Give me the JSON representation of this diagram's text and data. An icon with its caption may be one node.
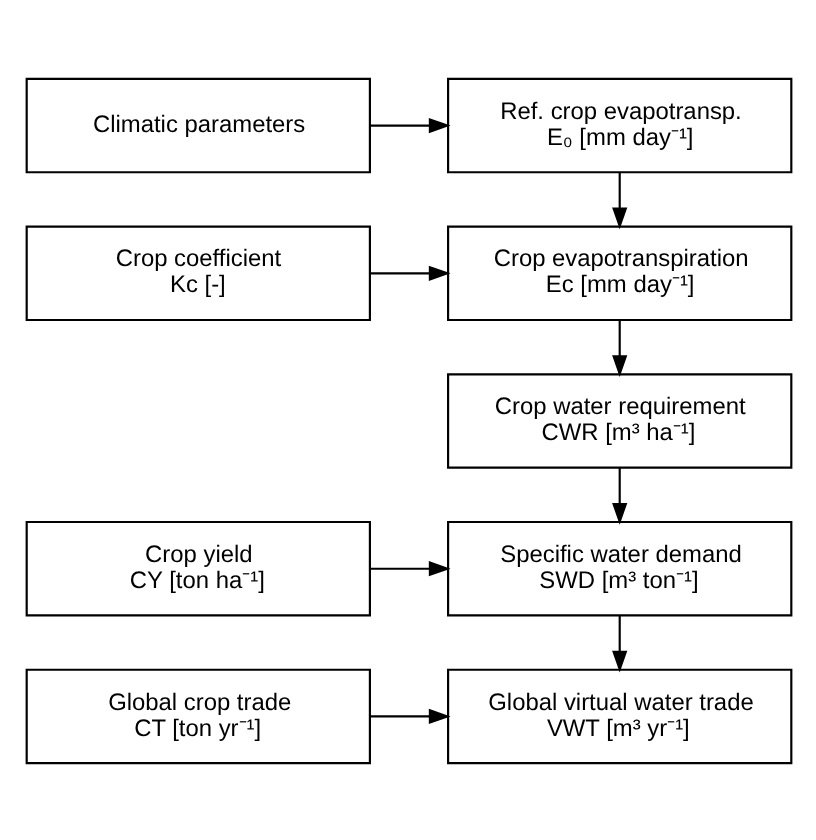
{
  "diagram": {
    "nodes": [
      {
        "text": [
          "Climatic parameters"
        ]
      },
      {
        "text": [
          "Ref. crop evapotransp.",
          "E₀ [mm day⁻¹]"
        ]
      },
      {
        "text": [
          "Crop coefficient",
          "Kc [-]"
        ]
      },
      {
        "text": [
          "Crop evapotranspiration",
          "Ec [mm day⁻¹]"
        ]
      },
      {
        "text": [
          "Crop water requirement",
          "CWR [m³ ha⁻¹]"
        ]
      },
      {
        "text": [
          "Crop yield",
          "CY [ton ha⁻¹]"
        ]
      },
      {
        "text": [
          "Specific water demand",
          "SWD [m³ ton⁻¹]"
        ]
      },
      {
        "text": [
          "Global crop trade",
          "CT [ton yr⁻¹]"
        ]
      },
      {
        "text": [
          "Global virtual water trade",
          "VWT [m³ yr⁻¹]"
        ]
      }
    ],
    "edges": [
      {
        "from": 0,
        "to": 1,
        "arrow": "to"
      },
      {
        "from": 1,
        "to": 3,
        "arrow": "to"
      },
      {
        "from": 2,
        "to": 3,
        "arrow": "to"
      },
      {
        "from": 3,
        "to": 4,
        "arrow": "to"
      },
      {
        "from": 4,
        "to": 6,
        "arrow": "to"
      },
      {
        "from": 5,
        "to": 6,
        "arrow": "to"
      },
      {
        "from": 6,
        "to": 8,
        "arrow": "to"
      },
      {
        "from": 7,
        "to": 8,
        "arrow": "to"
      }
    ]
  }
}
